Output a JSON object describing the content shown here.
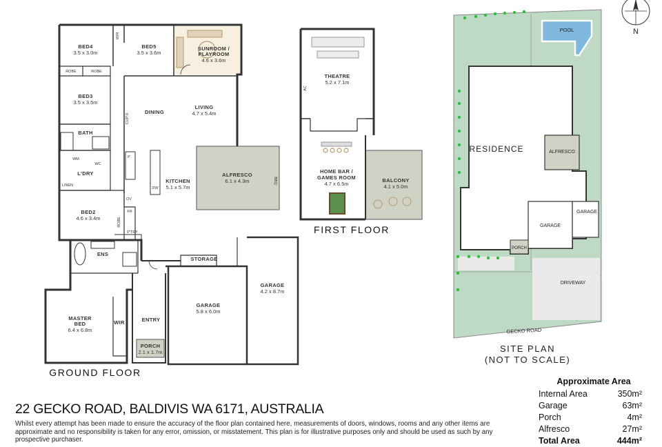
{
  "ground_floor": {
    "label": "GROUND FLOOR",
    "rooms": {
      "bed4": {
        "name": "BED4",
        "dims": "3.5 x 3.0m"
      },
      "bed5": {
        "name": "BED5",
        "dims": "3.5 x 3.6m"
      },
      "sunroom_a": {
        "name": "SUNROOM /"
      },
      "sunroom_b": {
        "name": "PLAYROOM"
      },
      "sunroom": {
        "dims": "4.6 x 3.6m"
      },
      "bed3": {
        "name": "BED3",
        "dims": "3.5 x 3.5m"
      },
      "dining": {
        "name": "DINING"
      },
      "living": {
        "name": "LIVING",
        "dims": "4.7 x 5.4m"
      },
      "bath": {
        "name": "BATH"
      },
      "ldry": {
        "name": "L'DRY"
      },
      "kitchen": {
        "name": "KITCHEN",
        "dims": "5.1 x 5.7m"
      },
      "alfresco": {
        "name": "ALFRESCO",
        "dims": "6.1 x 4.3m"
      },
      "bed2": {
        "name": "BED2",
        "dims": "4.6 x 3.4m"
      },
      "ens": {
        "name": "ENS"
      },
      "storage": {
        "name": "STORAGE"
      },
      "garage": {
        "name": "GARAGE",
        "dims": "5.8 x 6.0m"
      },
      "garage2": {
        "name": "GARAGE",
        "dims": "4.2 x 8.7m"
      },
      "master_a": {
        "name": "MASTER"
      },
      "master": {
        "name": "BED",
        "dims": "6.4 x 6.8m"
      },
      "entry": {
        "name": "ENTRY"
      },
      "porch": {
        "name": "PORCH",
        "dims": "2.1 x 1.7m"
      }
    },
    "small": {
      "wir": "WIR",
      "robe": "ROBE",
      "cupd": "CUP'D",
      "wm": "WM",
      "wc": "WC",
      "linen": "LINEN",
      "p": "P",
      "dw": "DW",
      "ov": "OV",
      "fr": "FR",
      "ptry": "P'TRY",
      "bbq": "BBQ"
    }
  },
  "first_floor": {
    "label": "FIRST FLOOR",
    "rooms": {
      "theatre": {
        "name": "THEATRE",
        "dims": "5.2 x 7.1m"
      },
      "homebar_a": {
        "name": "HOME BAR /"
      },
      "homebar_b": {
        "name": "GAMES ROOM"
      },
      "homebar": {
        "dims": "4.7 x 6.5m"
      },
      "balcony": {
        "name": "BALCONY",
        "dims": "4.1 x 5.0m"
      }
    },
    "small": {
      "ac": "AC"
    }
  },
  "site_plan": {
    "label_a": "SITE PLAN",
    "label_b": "(NOT TO SCALE)",
    "pool": "POOL",
    "residence": "RESIDENCE",
    "alfresco": "ALFRESCO",
    "garage_a": "GARAGE",
    "garage_b": "GARAGE",
    "porch": "PORCH",
    "driveway": "DRIVEWAY",
    "street": "GECKO ROAD",
    "north": "N"
  },
  "address": "22 GECKO ROAD, BALDIVIS WA 6171, AUSTRALIA",
  "disclaimer": "Whilst every attempt has been made to ensure the accuracy of the floor plan contained here, measurements of doors, windows, rooms and any other items are approximate and no responsibility is taken for any error, omission, or misstatement. This plan is for illustrative purposes only and should be used as such by any prospective purchaser.",
  "area": {
    "title": "Approximate Area",
    "rows": [
      {
        "label": "Internal Area",
        "value": "350m²"
      },
      {
        "label": "Garage",
        "value": "63m²"
      },
      {
        "label": "Porch",
        "value": "4m²"
      },
      {
        "label": "Alfresco",
        "value": "27m²"
      }
    ],
    "total": {
      "label": "Total Area",
      "value": "444m²"
    }
  },
  "colors": {
    "wall": "#333333",
    "alfresco": "#cfd3c5",
    "lawn": "#bed9c4",
    "pool": "#7fb8de",
    "paving": "#eaeaea",
    "tree": "#2fbf3a",
    "sunroom_floor": "#f7efe0"
  }
}
